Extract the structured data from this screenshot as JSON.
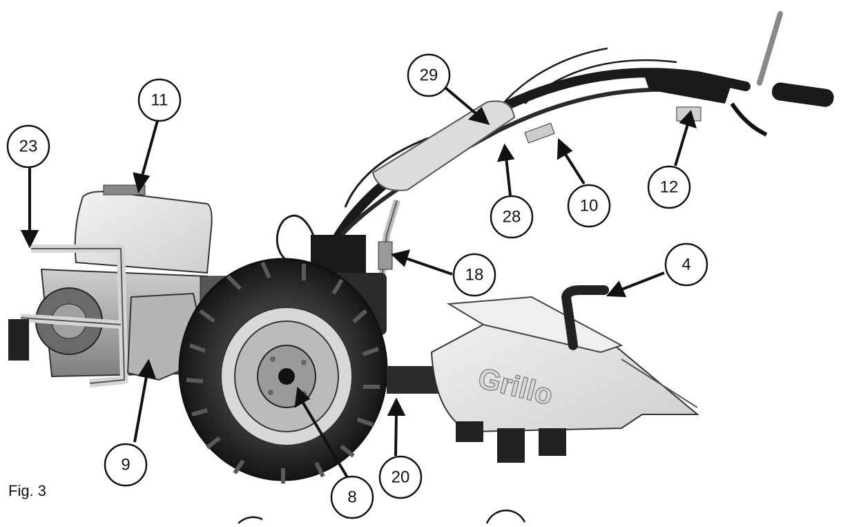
{
  "figure": {
    "caption": "Fig. 3"
  },
  "callouts": [
    {
      "id": "23",
      "label": "23"
    },
    {
      "id": "11",
      "label": "11"
    },
    {
      "id": "29",
      "label": "29"
    },
    {
      "id": "28",
      "label": "28"
    },
    {
      "id": "10",
      "label": "10"
    },
    {
      "id": "12",
      "label": "12"
    },
    {
      "id": "18",
      "label": "18"
    },
    {
      "id": "4",
      "label": "4"
    },
    {
      "id": "9",
      "label": "9"
    },
    {
      "id": "8",
      "label": "8"
    },
    {
      "id": "20",
      "label": "20"
    }
  ],
  "decals": {
    "tiller_brand": "Grillo"
  },
  "colors": {
    "ink": "#111111",
    "body_light": "#e6e6e6",
    "tire": "#2a2a2a",
    "metal": "#9a9a9a"
  }
}
